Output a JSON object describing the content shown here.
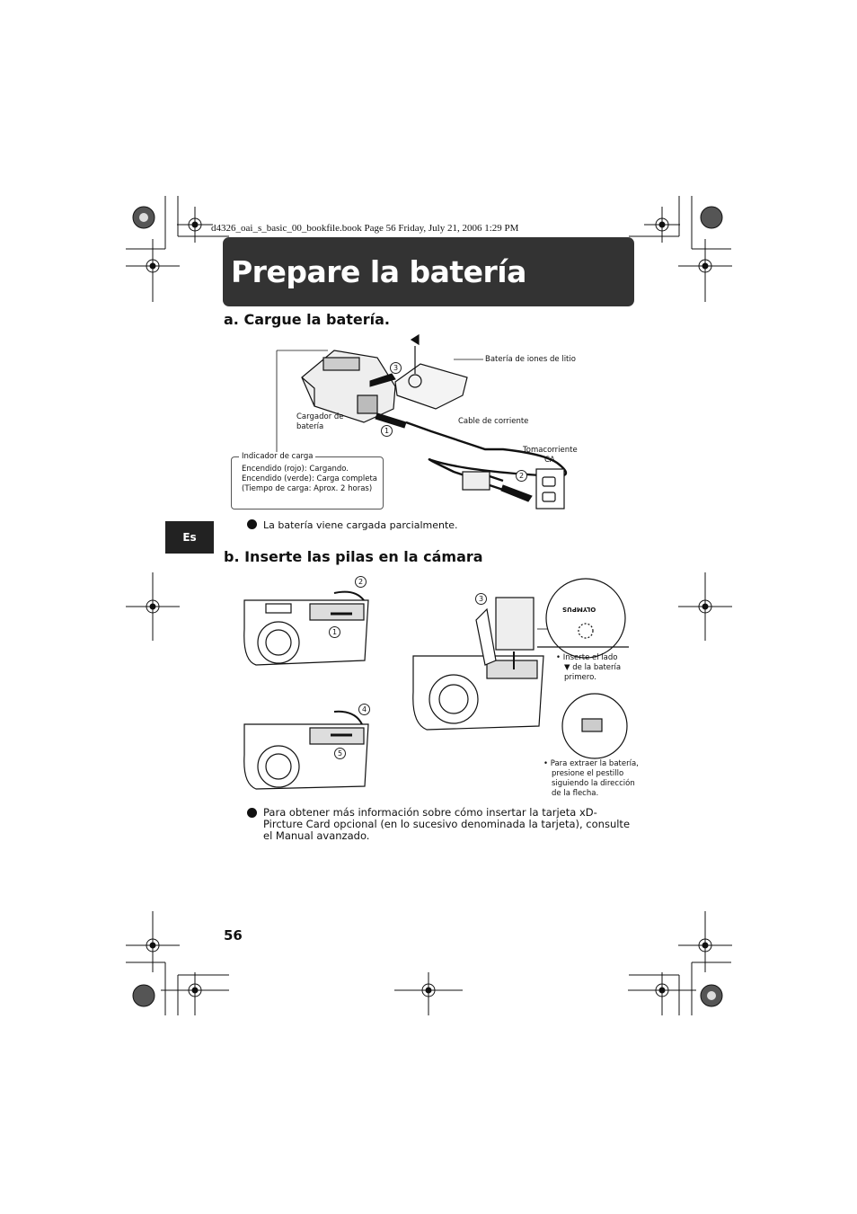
{
  "header_line": "d4326_oai_s_basic_00_bookfile.book  Page 56  Friday, July 21, 2006  1:29 PM",
  "title": "Prepare la batería",
  "section_a": {
    "heading": "a.  Cargue la batería.",
    "labels": {
      "battery": "Batería de iones de litio",
      "charger": "Cargador de batería",
      "cable": "Cable de corriente",
      "outlet_1": "Tomacorriente",
      "outlet_2": "CA",
      "indicator_title": "Indicador de carga",
      "indicator_red": "Encendido (rojo): Cargando.",
      "indicator_green": "Encendido (verde): Carga completa",
      "indicator_time": "(Tiempo de carga: Aprox. 2 horas)"
    },
    "steps": [
      "1",
      "2",
      "3"
    ],
    "note": "La batería viene cargada parcialmente."
  },
  "side_tab": "Es",
  "section_b": {
    "heading": "b.  Inserte las pilas en la cámara",
    "steps": [
      "1",
      "2",
      "3",
      "4",
      "5"
    ],
    "note_insert": [
      "•  Inserte el lado",
      "▼  de la batería",
      "primero."
    ],
    "note_remove": [
      "•  Para extraer la batería,",
      "presione el pestillo",
      "siguiendo la dirección",
      "de la flecha."
    ],
    "brand": "OLYMPUS",
    "note": "Para obtener más información sobre cómo insertar la tarjeta xD-Pircture Card opcional (en lo sucesivo denominada la tarjeta), consulte el Manual avanzado."
  },
  "page_number": "56"
}
